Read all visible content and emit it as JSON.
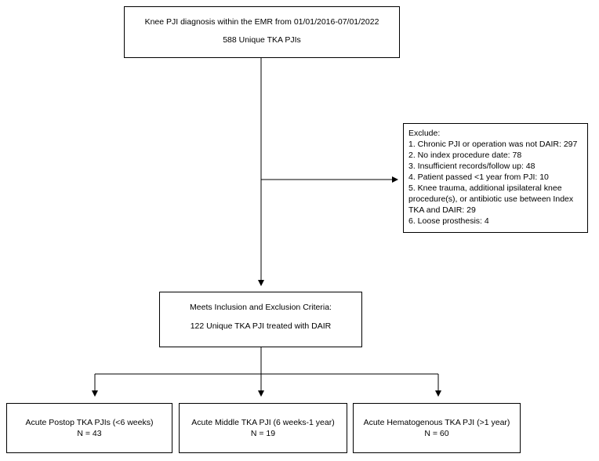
{
  "boxes": {
    "top": {
      "line1": "Knee PJI diagnosis within the EMR from 01/01/2016-07/01/2022",
      "line2": "588 Unique TKA PJIs"
    },
    "exclude": {
      "title": "Exclude:",
      "items": [
        "1. Chronic PJI or operation was not DAIR: 297",
        "2. No index procedure date: 78",
        "3. Insufficient records/follow up: 48",
        "4. Patient passed <1 year from PJI: 10",
        "5. Knee trauma, additional ipsilateral knee procedure(s), or antibiotic use between Index TKA and DAIR: 29",
        "6. Loose prosthesis: 4"
      ]
    },
    "criteria": {
      "line1": "Meets Inclusion and Exclusion Criteria:",
      "line2": "122 Unique TKA PJI treated with DAIR"
    },
    "outcomes": [
      {
        "label": "Acute Postop TKA PJIs (<6 weeks)",
        "count": "N = 43"
      },
      {
        "label": "Acute Middle TKA PJI (6 weeks-1 year)",
        "count": "N = 19"
      },
      {
        "label": "Acute Hematogenous TKA PJI (>1 year)",
        "count": "N = 60"
      }
    ]
  }
}
